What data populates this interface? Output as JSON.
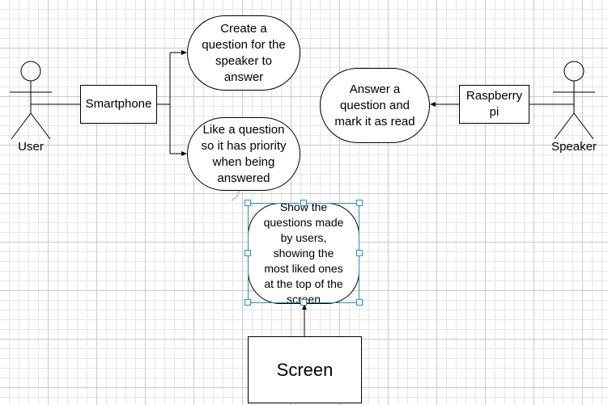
{
  "actors": {
    "user": "User",
    "speaker": "Speaker"
  },
  "boxes": {
    "smartphone": "Smartphone",
    "raspberry_pi": "Raspberry pi",
    "screen": "Screen"
  },
  "use_cases": {
    "create_question": "Create a question for the speaker to answer",
    "like_question": "Like a question so it has priority when being answered",
    "answer_question": "Answer a question and mark it as read",
    "show_questions": "Show the questions made by users, showing the most liked ones at the top of the screen"
  },
  "colors": {
    "selection": "#2a8fbd",
    "line": "#000000"
  }
}
